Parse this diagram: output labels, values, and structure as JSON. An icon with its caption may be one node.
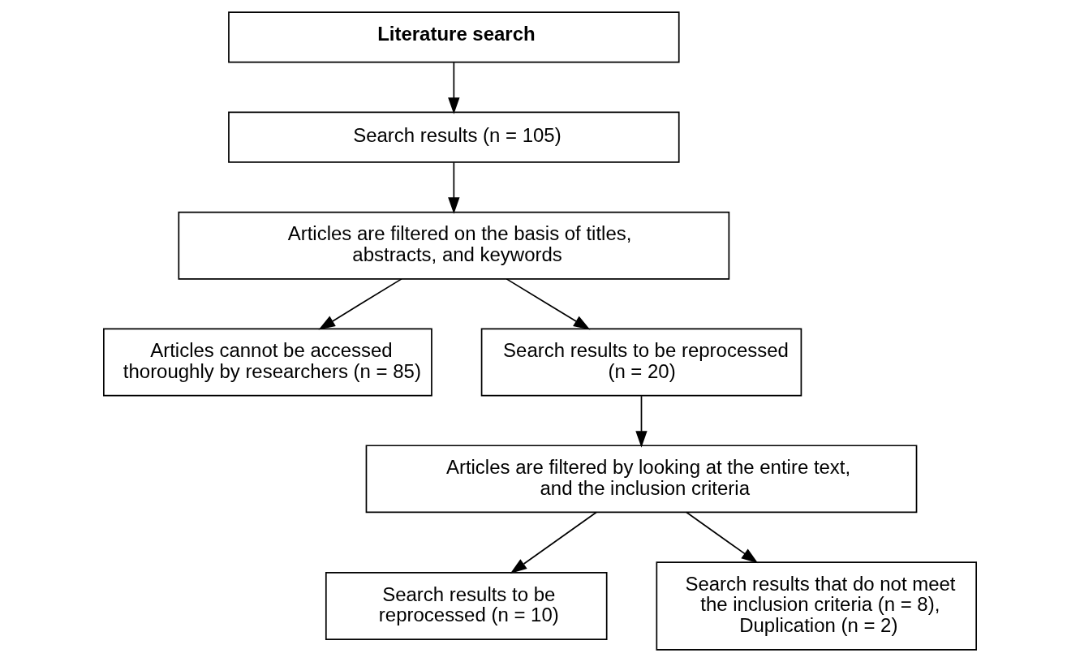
{
  "diagram": {
    "nodes": [
      {
        "text": [
          "Literature search"
        ]
      },
      {
        "text": [
          "Search results (n = 105)"
        ]
      },
      {
        "text": [
          "Articles are filtered on the basis of titles, abstracts, and keywords"
        ]
      },
      {
        "text": [
          "Articles cannot be accessed thoroughly by researchers (n = 85)"
        ]
      },
      {
        "text": [
          "Search results to be reprocessed (n = 20)"
        ]
      },
      {
        "text": [
          "Articles are filtered by looking at the entire text, and the inclusion criteria"
        ]
      },
      {
        "text": [
          "Search results to be reprocessed (n = 10)"
        ]
      },
      {
        "text": [
          "Search results that do not meet the inclusion criteria (n = 8), Duplication (n = 2)"
        ]
      }
    ],
    "edges": [
      {
        "from": 0,
        "to": 1,
        "arrow": "to"
      },
      {
        "from": 1,
        "to": 2,
        "arrow": "to"
      },
      {
        "from": 2,
        "to": 3,
        "arrow": "to"
      },
      {
        "from": 2,
        "to": 4,
        "arrow": "to"
      },
      {
        "from": 4,
        "to": 5,
        "arrow": "to"
      },
      {
        "from": 5,
        "to": 6,
        "arrow": "to"
      },
      {
        "from": 5,
        "to": 7,
        "arrow": "to"
      }
    ]
  }
}
